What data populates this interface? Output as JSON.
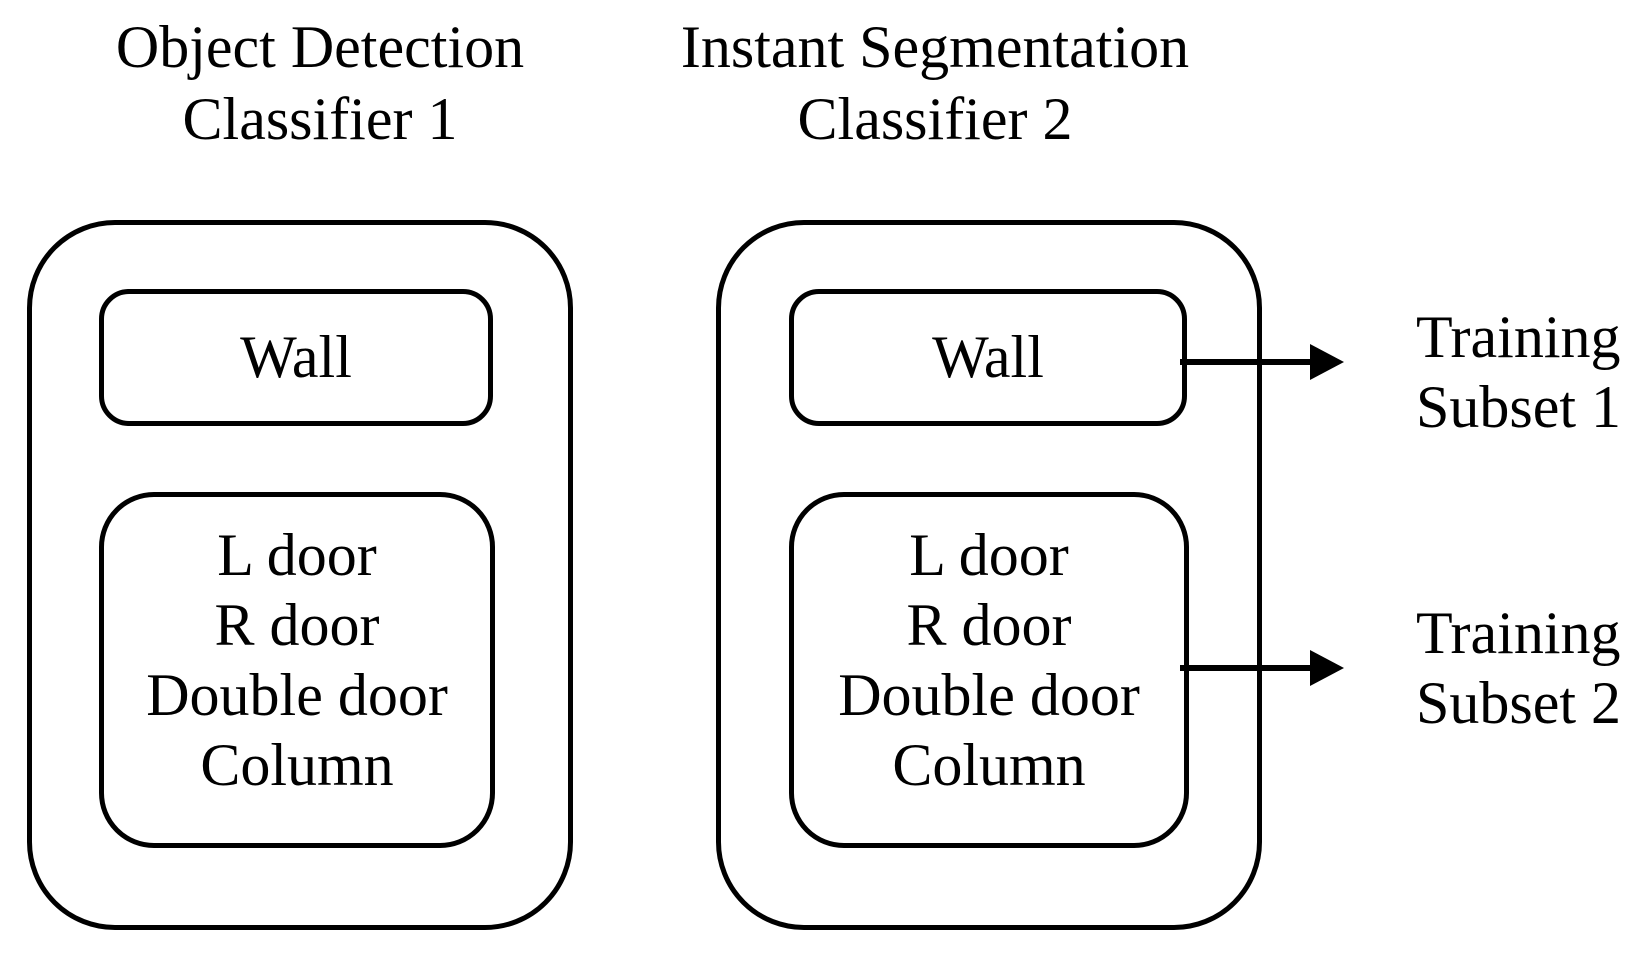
{
  "diagram": {
    "colors": {
      "background": "#ffffff",
      "stroke": "#000000",
      "text": "#000000"
    },
    "classifiers": [
      {
        "title_lines": [
          "Object Detection",
          "Classifier 1"
        ],
        "wall_box": {
          "label": "Wall"
        },
        "items_box": {
          "labels": [
            "L door",
            "R door",
            "Double door",
            "Column"
          ]
        }
      },
      {
        "title_lines": [
          "Instant Segmentation",
          "Classifier 2"
        ],
        "wall_box": {
          "label": "Wall"
        },
        "items_box": {
          "labels": [
            "L door",
            "R door",
            "Double door",
            "Column"
          ]
        }
      }
    ],
    "arrows": [
      {
        "from": "classifier2-wall-box",
        "to": "training-subset-1"
      },
      {
        "from": "classifier2-items-box",
        "to": "training-subset-2"
      }
    ],
    "training_subsets": [
      {
        "lines": [
          "Training",
          "Subset 1"
        ]
      },
      {
        "lines": [
          "Training",
          "Subset 2"
        ]
      }
    ]
  }
}
